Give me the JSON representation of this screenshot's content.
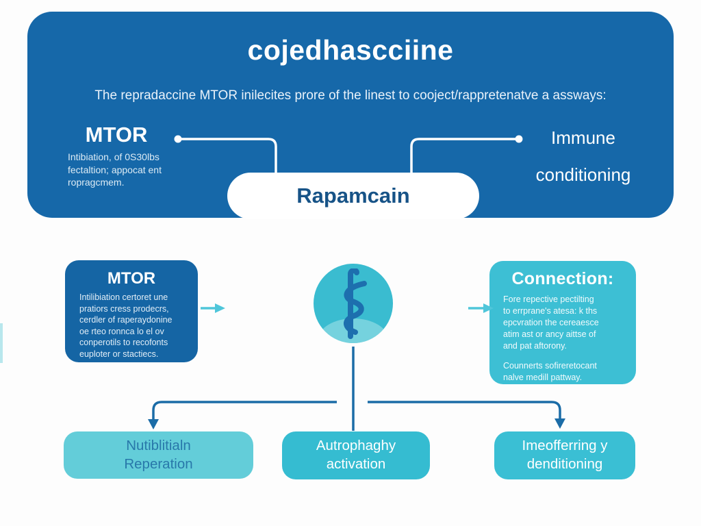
{
  "banner": {
    "title": "cojedhascciine",
    "subtitle": "The repradaccine MTOR inilecites prore of the linest to cooject/rappretenatve a assways:",
    "mtor": {
      "title": "MTOR",
      "lines": [
        "Intibiation, of 0S30lbs",
        "fectaltion; appocat ent",
        "ropragcmem."
      ]
    },
    "immune": {
      "line1": "Immune",
      "line2": "conditioning"
    },
    "rapamycin_label": "Rapamcain"
  },
  "mid": {
    "mtor_box": {
      "title": "MTOR",
      "lines": [
        "Intilibiation certoret une",
        "pratiors cress prodecrs,",
        "cerdler of raperaydonine",
        "oe rteo ronnca lo el ov",
        "conperotils to recofonts",
        "euploter or stactiecs."
      ]
    },
    "icon": "rod-of-asclepius",
    "connection_box": {
      "title": "Connection:",
      "para1_lines": [
        "Fore repective pectilting",
        "to errprane's atesa: k ths",
        "epcvration the cereaesce",
        "atim ast or ancy aittse of",
        "and pat aftorony."
      ],
      "para2_lines": [
        "Counnerts sofireretocant",
        "nalve medill pattway."
      ]
    }
  },
  "bottom": {
    "left_box": {
      "line1": "Nutiblitialn",
      "line2": "Reperation"
    },
    "center_box": {
      "line1": "Autrophaghy",
      "line2": "activation"
    },
    "right_box": {
      "line1": "Imeofferring y",
      "line2": "denditioning"
    }
  },
  "colors": {
    "banner_blue": "#1668a9",
    "dark_box_blue": "#1565a4",
    "teal": "#3abcd0",
    "teal_light": "#63cdd9",
    "rapamycin_text": "#175387",
    "connector_dark_blue": "#1b6ca7",
    "arrow_teal": "#4fc6da",
    "white": "#ffffff"
  }
}
